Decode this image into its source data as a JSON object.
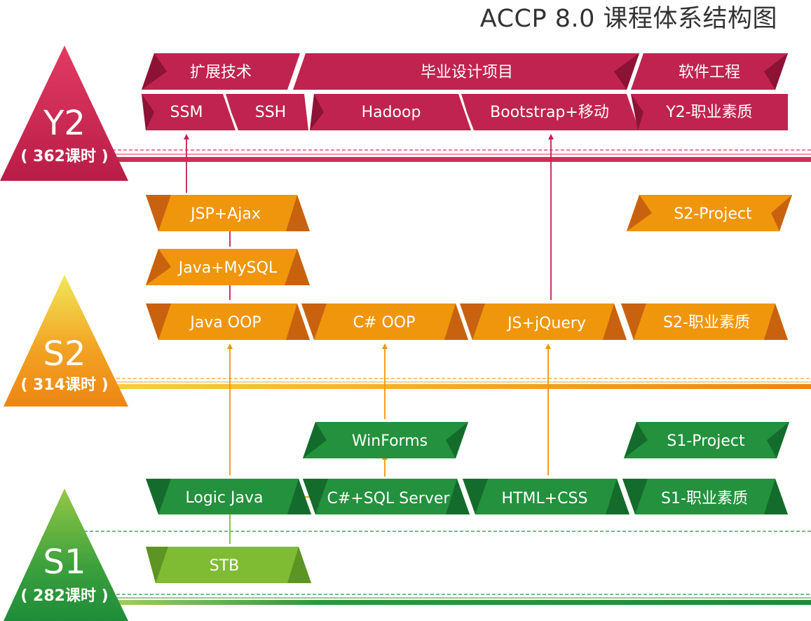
{
  "title": "ACCP 8.0 课程体系结构图",
  "colors": {
    "y2": "#c0234f",
    "y2_dark": "#8c1335",
    "y2_line": "#d8305d",
    "s2": "#f0960c",
    "s2_dark": "#c9620f",
    "s2_line": "#f19613",
    "s1": "#23913d",
    "s1_dark": "#146c2c",
    "s1_line": "#26913d",
    "stb": "#7fbc34",
    "stb_dark": "#5d9424",
    "arrow_y2": "#c0234f",
    "arrow_s2": "#f0960c",
    "arrow_s1": "#7fbc34"
  },
  "levels": [
    {
      "id": "y2",
      "name": "Y2",
      "hours": "( 362课时 )"
    },
    {
      "id": "s2",
      "name": "S2",
      "hours": "( 314课时 )"
    },
    {
      "id": "s1",
      "name": "S1",
      "hours": "( 282课时 )"
    }
  ],
  "y2": {
    "headers": [
      "扩展技术",
      "毕业设计项目",
      "软件工程"
    ],
    "courses": [
      "SSM",
      "SSH",
      "Hadoop",
      "Bootstrap+移动",
      "Y2-职业素质"
    ]
  },
  "s2": {
    "jsp_ajax": "JSP+Ajax",
    "project": "S2-Project",
    "java_mysql": "Java+MySQL",
    "courses": [
      "Java OOP",
      "C# OOP",
      "JS+jQuery",
      "S2-职业素质"
    ]
  },
  "s1": {
    "winforms": "WinForms",
    "project": "S1-Project",
    "courses": [
      "Logic Java",
      "C#+SQL Server",
      "HTML+CSS",
      "S1-职业素质"
    ],
    "stb": "STB"
  }
}
